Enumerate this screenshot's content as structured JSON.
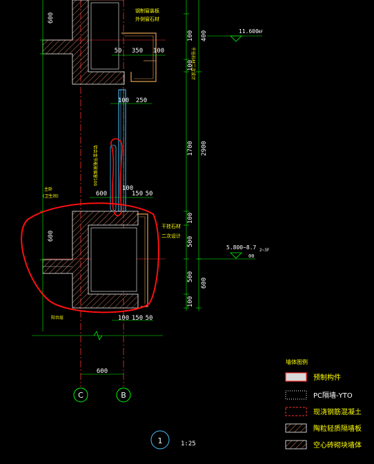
{
  "drawing": {
    "scale": "1:25",
    "detail_number": "1",
    "axis_c": "C",
    "axis_b": "B",
    "bottom_dim": "600",
    "dims_top": [
      "50",
      "350",
      "100"
    ],
    "dims_mid1": [
      "100",
      "250"
    ],
    "dims_mid2": [
      "600",
      "100",
      "150",
      "50"
    ],
    "dims_bot": [
      "100",
      "150",
      "50"
    ],
    "left_dims": [
      "600",
      "600"
    ],
    "right_dims_col1": [
      "100",
      "100",
      "1700",
      "100",
      "500",
      "500",
      "100"
    ],
    "right_dims_col2": [
      "400",
      "2900",
      "600"
    ],
    "level_top": "11.600",
    "level_top_suffix": "4F",
    "level_bot": "5.800~8.7",
    "level_bot_suffix": "2~3F",
    "level_bot_sub": "00",
    "note_top_1": "钢制窗装板",
    "note_top_2": "外侧窗石材",
    "note_stone_1": "干挂石材",
    "note_stone_2": "二次设计",
    "note_upper_right": "干挂石材二次设计",
    "note_vertical": "铝合金节能玻璃窗100",
    "note_left_1": "主卧",
    "note_left_2": "(卫生间)",
    "note_left_bottom": "阳台层"
  },
  "legend": {
    "title": "墙体图例",
    "items": [
      {
        "label": "预制构件",
        "color": "#d9d9d9"
      },
      {
        "label": "PC隔墙-YTO",
        "color": "#ffffff"
      },
      {
        "label": "现浇钢筋混凝土",
        "color": "#ffff00"
      },
      {
        "label": "陶粒轻质隔墙板",
        "color": "#ffff00"
      },
      {
        "label": "空心砖砌块墙体",
        "color": "#ffff00"
      }
    ]
  },
  "colors": {
    "background": "#000000",
    "concrete_hatch": "#c87a5a",
    "dimension": "#00ff00",
    "axis_line": "#ff3333",
    "annotation": "#ff1010",
    "window": "#4fc3ff",
    "stone_panel": "#e0a050"
  }
}
